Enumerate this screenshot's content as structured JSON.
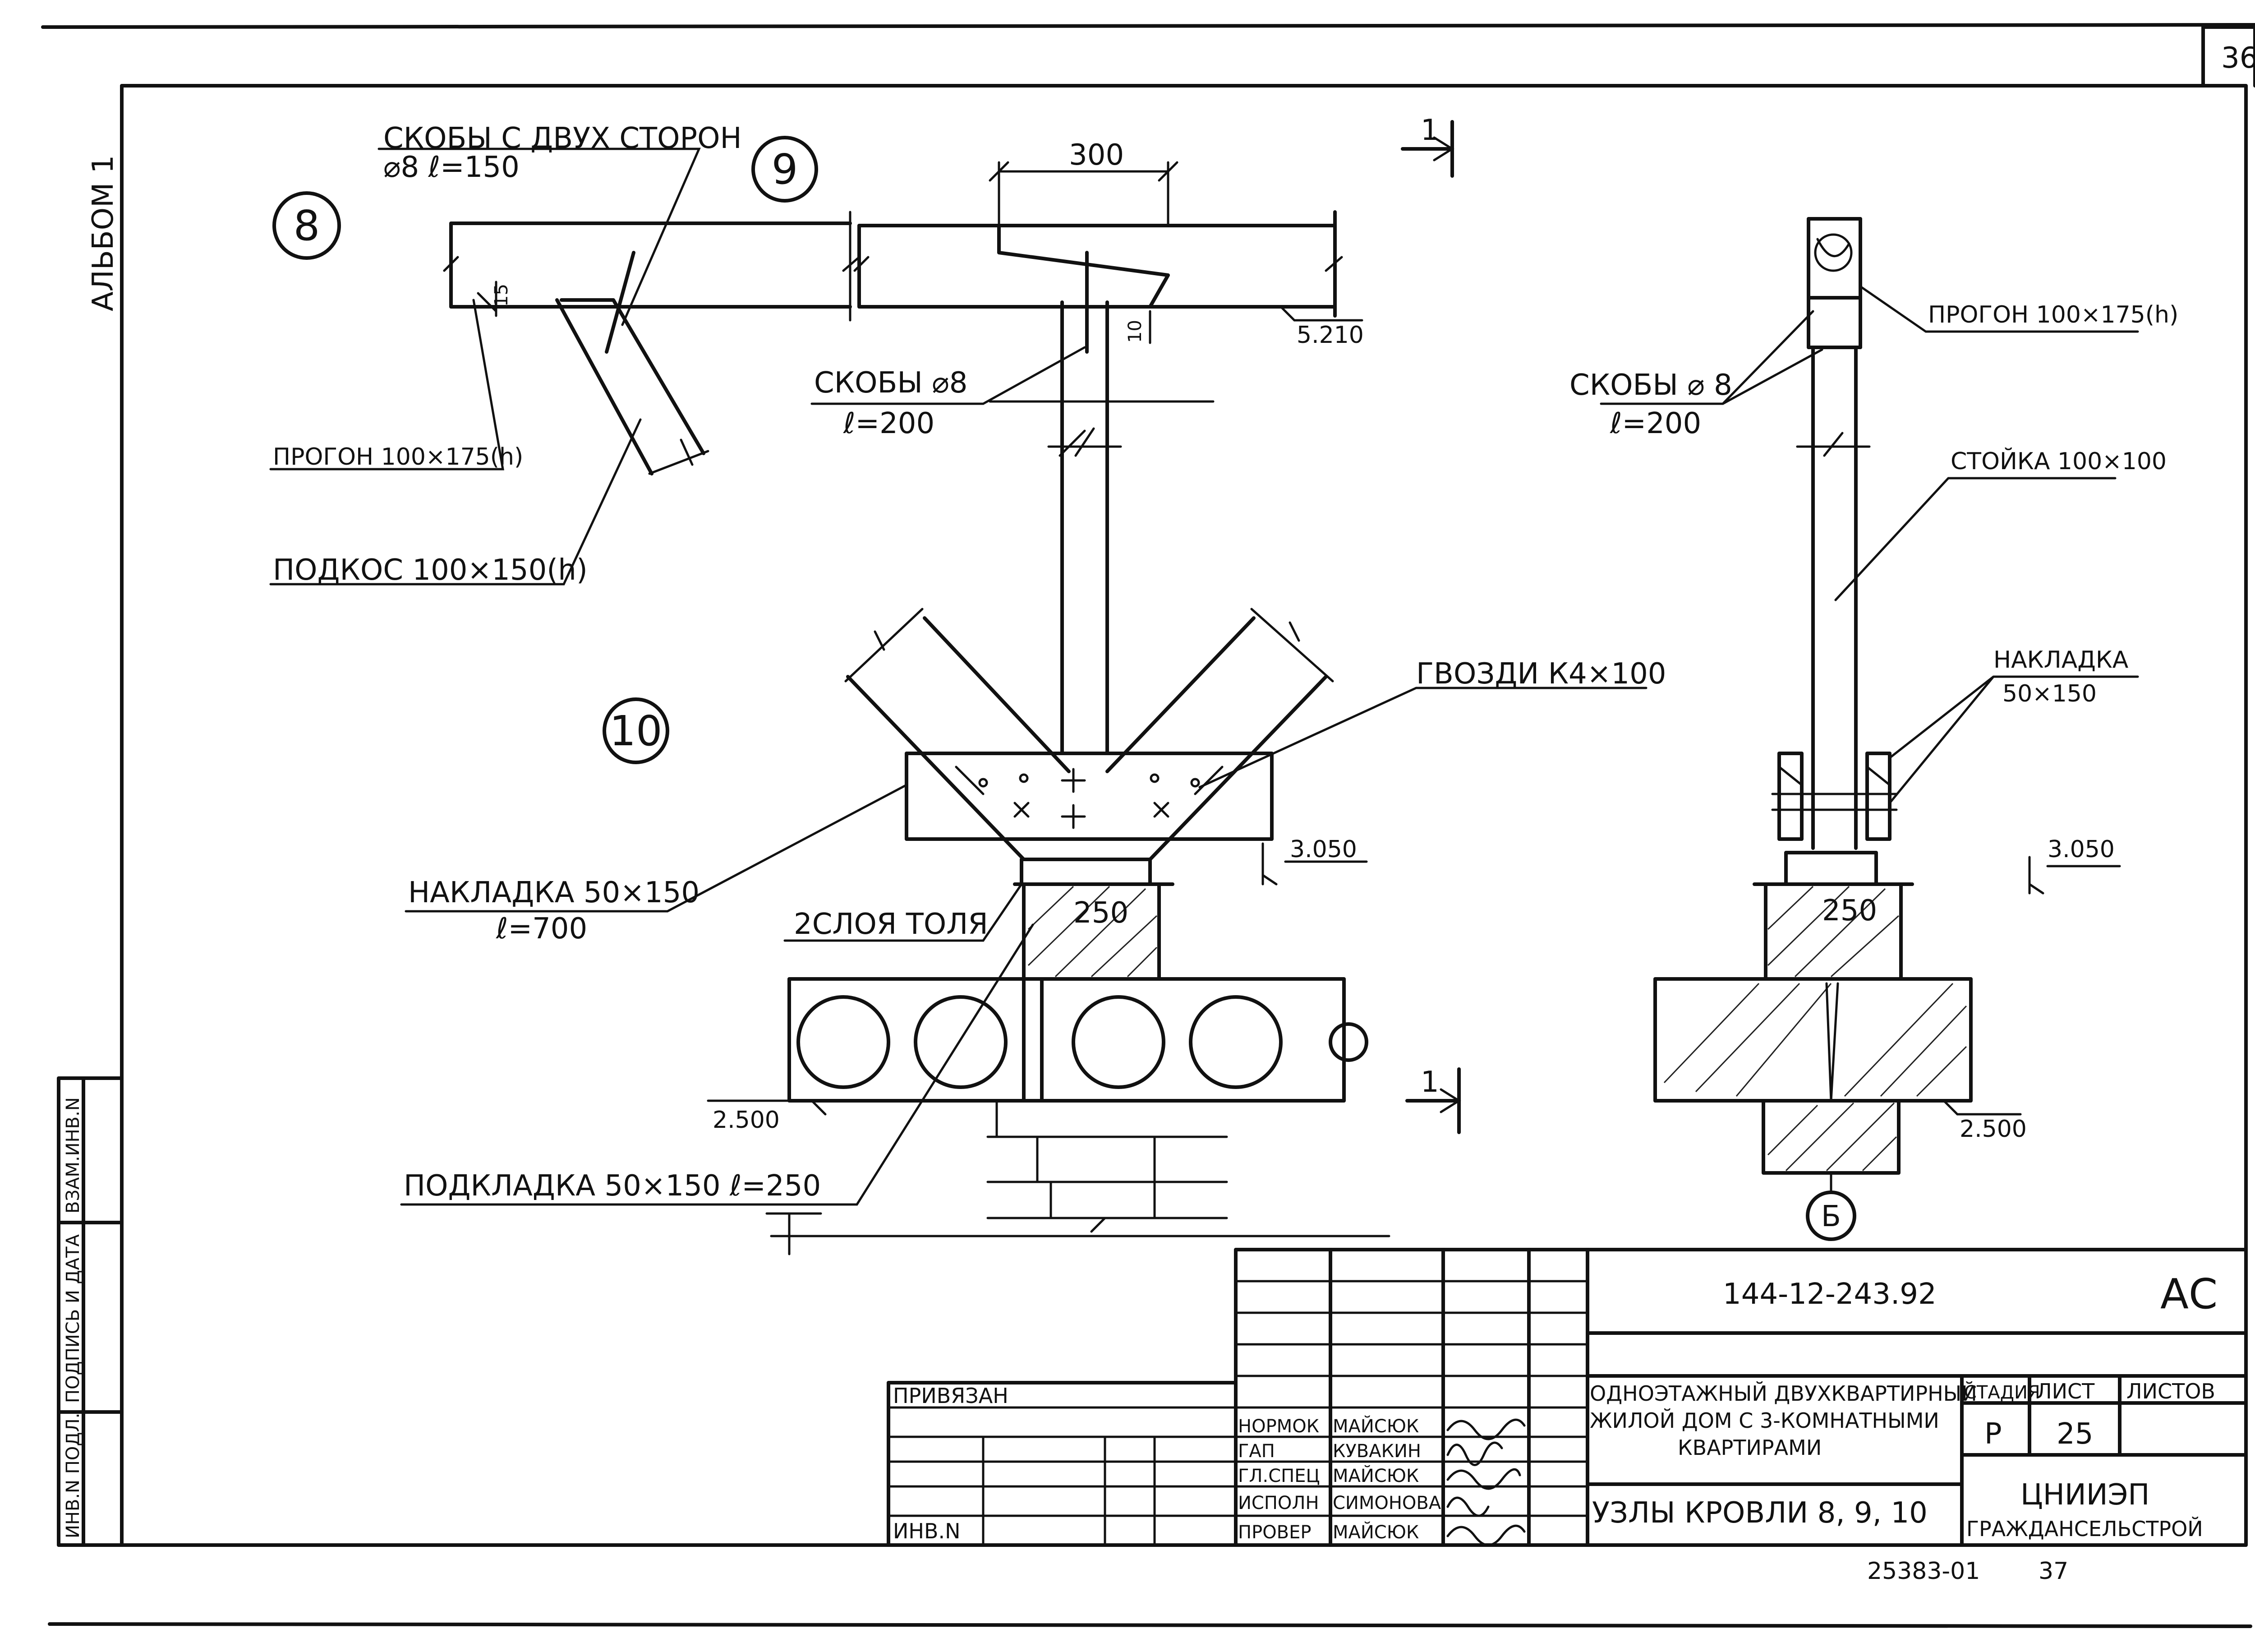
{
  "sheet": {
    "number": "36",
    "album": "АЛЬБОМ 1"
  },
  "node_numbers": [
    "8",
    "9",
    "10"
  ],
  "section_mark": "1",
  "axis_mark": "Б",
  "labels": {
    "skoby_two_sides": "СКОБЫ С ДВУХ СТОРОН",
    "skoby_two_sides_size": "⌀8  ℓ=150",
    "dim_15": "15",
    "progon_left": "ПРОГОН 100×175(h)",
    "podkos": "ПОДКОС 100×150(h)",
    "dim_300": "300",
    "dim_10": "10",
    "elev_5210": "5.210",
    "skoby_center": "СКОБЫ ⌀8",
    "skoby_center_len": "ℓ=200",
    "gvozdi": "ГВОЗДИ К4×100",
    "nakladka_left": "НАКЛАДКА 50×150",
    "nakladka_left_len": "ℓ=700",
    "elev_3050_center": "3.050",
    "tol": "2СЛОЯ ТОЛЯ",
    "dim_250_center": "250",
    "elev_2500_left": "2.500",
    "podkladka": "ПОДКЛАДКА 50×150  ℓ=250",
    "progon_right": "ПРОГОН 100×175(h)",
    "skoby_right": "СКОБЫ ⌀ 8",
    "skoby_right_len": "ℓ=200",
    "stoika": "СТОЙКА 100×100",
    "nakladka_right": "НАКЛАДКА",
    "nakladka_right_size": "50×150",
    "elev_3050_right": "3.050",
    "dim_250_right": "250",
    "elev_2500_right": "2.500"
  },
  "side_stamp": {
    "vzam": "ВЗАМ.ИНВ.N",
    "podpis": "ПОДПИСЬ И ДАТА",
    "inv": "ИНВ.N ПОДЛ."
  },
  "title_block": {
    "code": "144-12-243.92",
    "mark": "АС",
    "privyazan": "ПРИВЯЗАН",
    "inv_n": "ИНВ.N",
    "project_line1": "ОДНОЭТАЖНЫЙ ДВУХКВАРТИРНЫЙ",
    "project_line2": "ЖИЛОЙ ДОМ С 3-КОМНАТНЫМИ",
    "project_line3": "КВАРТИРАМИ",
    "drawing_title": "УЗЛЫ КРОВЛИ  8, 9, 10",
    "stage_header": "СТАДИЯ",
    "sheet_header": "ЛИСТ",
    "sheets_header": "ЛИСТОВ",
    "stage": "Р",
    "sheet": "25",
    "org_line1": "ЦНИИЭП",
    "org_line2": "ГРАЖДАНСЕЛЬСТРОЙ",
    "staff": [
      {
        "role": "НОРМОК",
        "name": "МАЙСЮК"
      },
      {
        "role": "ГАП",
        "name": "КУВАКИН"
      },
      {
        "role": "ГЛ.СПЕЦ",
        "name": "МАЙСЮК"
      },
      {
        "role": "ИСПОЛН",
        "name": "СИМОНОВА"
      },
      {
        "role": "ПРОВЕР",
        "name": "МАЙСЮК"
      }
    ],
    "bottom_code": "25383-01",
    "bottom_page": "37"
  }
}
